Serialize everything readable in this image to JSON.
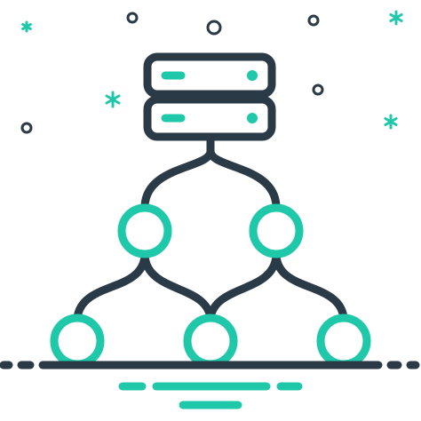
{
  "icon": {
    "name": "server-network-hierarchy-icon",
    "colors": {
      "outline": "#2a3a46",
      "accent": "#1fc8a9",
      "background": "#ffffff"
    },
    "server": {
      "units": 2,
      "unit_icon": "server-rack-unit-icon"
    },
    "network": {
      "levels": [
        {
          "level": 1,
          "nodes": 2
        },
        {
          "level": 2,
          "nodes": 3
        }
      ],
      "node_icon": "network-node-icon",
      "connector_icon": "connector-line-icon"
    },
    "decorations": {
      "sparkle_icon": "sparkle-icon",
      "dot_icon": "dot-icon",
      "base_icon": "ground-line-icon"
    }
  }
}
